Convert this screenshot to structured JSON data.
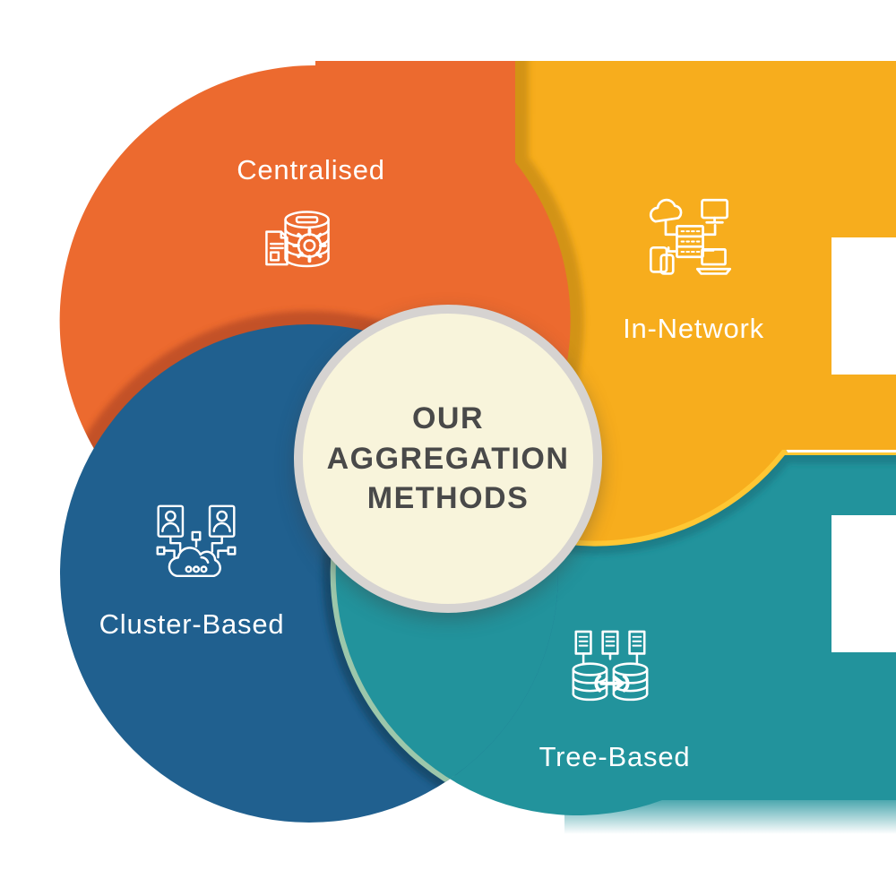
{
  "title": {
    "text": "OUR\nAGGREGATION\nMETHODS"
  },
  "methods": [
    {
      "label": "Centralised",
      "icon": "database-gear-icon",
      "color": "#EC6A2F"
    },
    {
      "label": "In-Network",
      "icon": "network-devices-icon",
      "color": "#F7AD1D"
    },
    {
      "label": "Cluster-Based",
      "icon": "users-cloud-icon",
      "color": "#20608F"
    },
    {
      "label": "Tree-Based",
      "icon": "database-transfer-icon",
      "color": "#22939C"
    }
  ],
  "colors": {
    "orange": "#EC6A2F",
    "orange-shadow": "#CF9119",
    "yellow": "#F7AD1D",
    "yellow-rim": "#FFC733",
    "yellow-shadow": "#1E7B86",
    "teal": "#22939C",
    "teal-rim": "#9CC7AB",
    "teal-shadow": "#17496B",
    "blue": "#20608F",
    "blue-shadow": "#BC4E26",
    "cream": "#F8F4DB",
    "ring": "#D6D3D1",
    "title-text": "#494949",
    "label-text": "#FFFFFF",
    "icon-stroke": "#FFFFFF"
  }
}
